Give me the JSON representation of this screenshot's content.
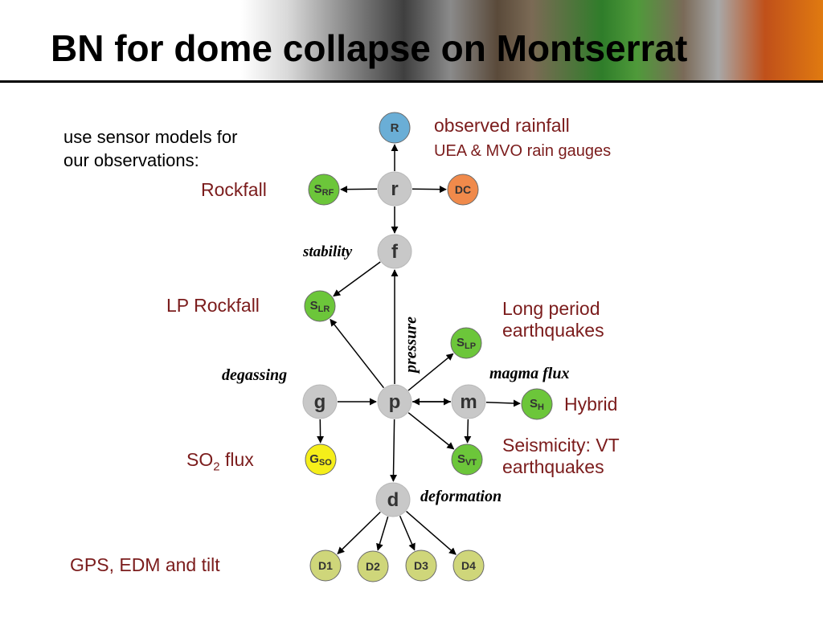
{
  "title": "BN for dome collapse on Montserrat",
  "intro": [
    "use sensor models for",
    "our observations:"
  ],
  "labels": {
    "rainfall": "observed rainfall",
    "rain_gauges": "UEA & MVO rain gauges",
    "rockfall": "Rockfall",
    "lp_rockfall": "LP Rockfall",
    "long_period_1": "Long period",
    "long_period_2": "earthquakes",
    "hybrid": "Hybrid",
    "seismicity_1": "Seismicity: VT",
    "seismicity_2": "earthquakes",
    "so2_main": "SO",
    "so2_sub": "2",
    "so2_tail": " flux",
    "gps": "GPS, EDM and tilt"
  },
  "edge_labels": {
    "stability": "stability",
    "pressure": "pressure",
    "degassing": "degassing",
    "magma_flux": "magma flux",
    "deformation": "deformation"
  },
  "colors": {
    "latent": "#c8c8c8",
    "rain": "#6aaed6",
    "dc": "#f08a4b",
    "green": "#6cc63a",
    "yellow": "#f5ee1a",
    "deform": "#cfd67a"
  },
  "nodes": {
    "R": {
      "main": "R",
      "sub": "",
      "kind": "rain"
    },
    "r": {
      "main": "r",
      "sub": "",
      "kind": "latent"
    },
    "SRF": {
      "main": "S",
      "sub": "RF",
      "kind": "green"
    },
    "DC": {
      "main": "DC",
      "sub": "",
      "kind": "dc"
    },
    "f": {
      "main": "f",
      "sub": "",
      "kind": "latent"
    },
    "SLR": {
      "main": "S",
      "sub": "LR",
      "kind": "green"
    },
    "SLP": {
      "main": "S",
      "sub": "LP",
      "kind": "green"
    },
    "g": {
      "main": "g",
      "sub": "",
      "kind": "latent"
    },
    "p": {
      "main": "p",
      "sub": "",
      "kind": "latent"
    },
    "m": {
      "main": "m",
      "sub": "",
      "kind": "latent"
    },
    "SH": {
      "main": "S",
      "sub": "H",
      "kind": "green"
    },
    "GSO": {
      "main": "G",
      "sub": "SO",
      "kind": "yellow"
    },
    "SVT": {
      "main": "S",
      "sub": "VT",
      "kind": "green"
    },
    "d": {
      "main": "d",
      "sub": "",
      "kind": "latent"
    },
    "D1": {
      "main": "D1",
      "sub": "",
      "kind": "deform"
    },
    "D2": {
      "main": "D2",
      "sub": "",
      "kind": "deform"
    },
    "D3": {
      "main": "D3",
      "sub": "",
      "kind": "deform"
    },
    "D4": {
      "main": "D4",
      "sub": "",
      "kind": "deform"
    }
  },
  "edges": [
    [
      "r",
      "R"
    ],
    [
      "r",
      "f"
    ],
    [
      "r",
      "SRF"
    ],
    [
      "r",
      "DC"
    ],
    [
      "f",
      "SLR"
    ],
    [
      "p",
      "f"
    ],
    [
      "p",
      "SLR"
    ],
    [
      "p",
      "SLP"
    ],
    [
      "g",
      "p"
    ],
    [
      "m",
      "p"
    ],
    [
      "p",
      "m"
    ],
    [
      "m",
      "SH"
    ],
    [
      "g",
      "GSO"
    ],
    [
      "p",
      "SVT"
    ],
    [
      "m",
      "SVT"
    ],
    [
      "p",
      "d"
    ],
    [
      "d",
      "D1"
    ],
    [
      "d",
      "D2"
    ],
    [
      "d",
      "D3"
    ],
    [
      "d",
      "D4"
    ]
  ]
}
